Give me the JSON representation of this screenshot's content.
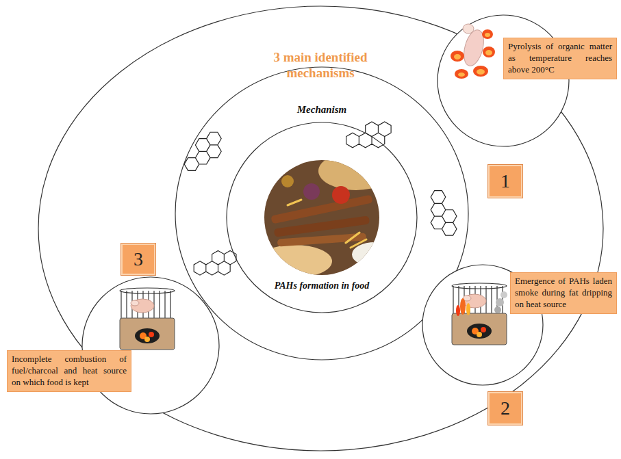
{
  "diagram": {
    "nodes": [
      {
        "text": [
          "3 main identified mechanisms"
        ]
      },
      {
        "text": [
          "Mechanism"
        ],
        "in": 0
      },
      {
        "text": [
          "PAHs formation in food"
        ],
        "in": 1
      },
      {
        "text": [
          "Pyrolysis of organic matter as temperature reaches above 200°C"
        ]
      },
      {
        "text": [
          "1"
        ]
      },
      {
        "text": [
          "Emergence of PAHs laden smoke during fat dripping on heat source"
        ]
      },
      {
        "text": [
          "2"
        ]
      },
      {
        "text": [
          "3"
        ]
      },
      {
        "text": [
          "Incomplete combustion of fuel/charcoal and heat source on which food is kept"
        ]
      }
    ]
  }
}
